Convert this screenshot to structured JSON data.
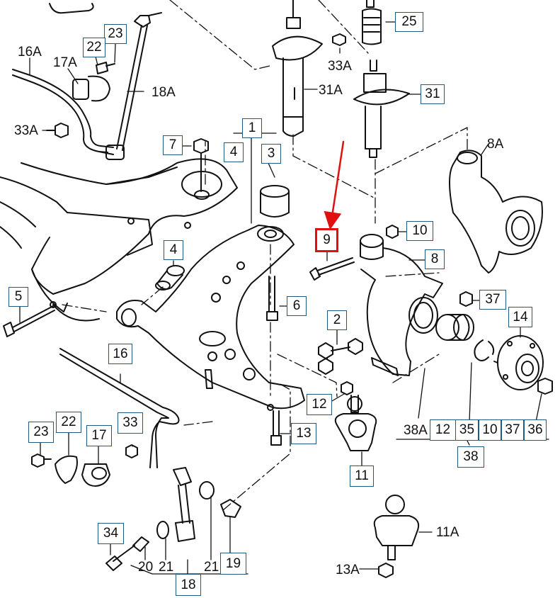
{
  "diagram": {
    "highlight_color": "#e01010",
    "box_border_color": "#1f5c82",
    "boxed_labels": {
      "b1": "1",
      "b2": "2",
      "b3": "3",
      "b4a": "4",
      "b4b": "4",
      "b5": "5",
      "b6": "6",
      "b7": "7",
      "b8": "8",
      "b9": "9",
      "b10": "10",
      "b11": "11",
      "b12": "12",
      "b13": "13",
      "b14": "14",
      "b16": "16",
      "b17": "17",
      "b18": "18",
      "b19": "19",
      "b22a": "22",
      "b22b": "22",
      "b23a": "23",
      "b23b": "23",
      "b25": "25",
      "b31": "31",
      "b33": "33",
      "b34": "34",
      "b37": "37",
      "b38": "38",
      "r12": "12",
      "r35": "35",
      "r10": "10",
      "r37": "37",
      "r36": "36"
    },
    "plain_labels": {
      "l16a": "16A",
      "l17a": "17A",
      "l18a": "18A",
      "l33a_top": "33A",
      "l33a_left": "33A",
      "l31a": "31A",
      "l8a": "8A",
      "l38a": "38A",
      "l11a": "11A",
      "l13a": "13A",
      "l20": "20",
      "l21a": "21",
      "l21b": "21"
    }
  }
}
